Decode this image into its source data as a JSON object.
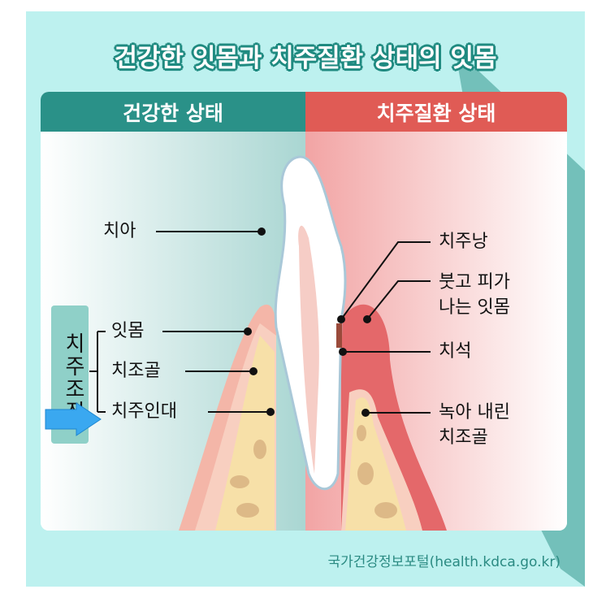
{
  "title": "건강한 잇몸과 치주질환 상태의 잇몸",
  "headers": {
    "healthy": "건강한 상태",
    "diseased": "치주질환 상태"
  },
  "side_label": "치주조직",
  "left_labels": {
    "tooth": "치아",
    "gum": "잇몸",
    "alveolar_bone": "치조골",
    "ligament": "치주인대"
  },
  "right_labels": {
    "pocket": "치주낭",
    "swollen_gum_1": "붓고 피가",
    "swollen_gum_2": "나는 잇몸",
    "tartar": "치석",
    "bone_loss_1": "녹아 내린",
    "bone_loss_2": "치조골"
  },
  "source": "국가건강정보포털(health.kdca.go.kr)",
  "colors": {
    "healthy": "#2a9188",
    "diseased": "#e05b55",
    "background": "#bdf1ef"
  }
}
